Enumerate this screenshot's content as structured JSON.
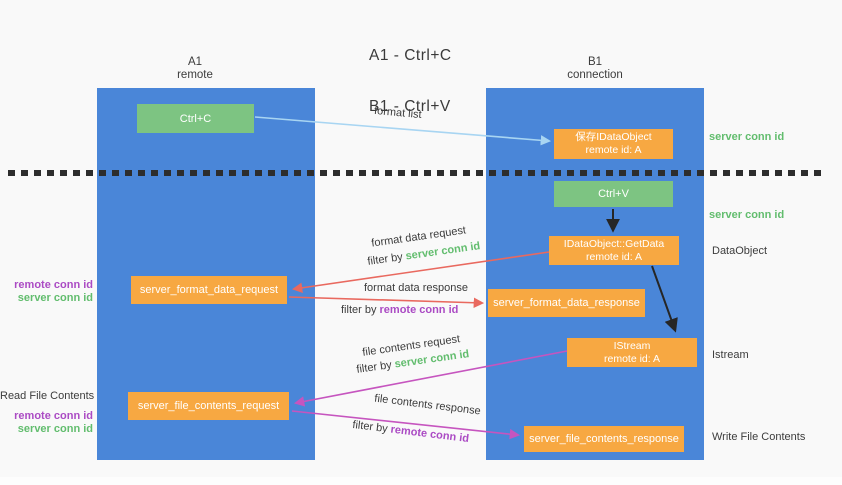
{
  "title": {
    "line1": "A1 - Ctrl+C",
    "line2": "B1 - Ctrl+V"
  },
  "lanes": {
    "left": {
      "id": "A1",
      "role": "remote"
    },
    "right": {
      "id": "B1",
      "role": "connection"
    }
  },
  "nodes": {
    "ctrl_c": {
      "label": "Ctrl+C"
    },
    "ctrl_v": {
      "label": "Ctrl+V"
    },
    "save_dataobject": {
      "line1": "保存IDataObject",
      "line2": "remote id: A"
    },
    "getdata": {
      "line1": "IDataObject::GetData",
      "line2": "remote id: A"
    },
    "istream": {
      "line1": "IStream",
      "line2": "remote id: A"
    },
    "server_format_data_request": {
      "label": "server_format_data_request"
    },
    "server_format_data_response": {
      "label": "server_format_data_response"
    },
    "server_file_contents_request": {
      "label": "server_file_contents_request"
    },
    "server_file_contents_response": {
      "label": "server_file_contents_response"
    }
  },
  "edge_labels": {
    "format_list": "format list",
    "format_data_request": "format data request",
    "format_data_request_filter_prefix": "filter by ",
    "format_data_request_filter_key": "server conn id",
    "format_data_response": "format data response",
    "format_data_response_filter_prefix": "filter by ",
    "format_data_response_filter_key": "remote conn id",
    "file_contents_request": "file contents request",
    "file_contents_request_filter_prefix": "filter by ",
    "file_contents_request_filter_key": "server conn id",
    "file_contents_response": "file contents response",
    "file_contents_response_filter_prefix": "filter by ",
    "file_contents_response_filter_key": "remote conn id"
  },
  "side_labels": {
    "right_server_conn_id_1": "server conn id",
    "right_server_conn_id_2": "server conn id",
    "data_object": "DataObject",
    "istream": "Istream",
    "write_file_contents": "Write File Contents",
    "left_remote_conn_id_1": "remote conn id",
    "left_server_conn_id_1": "server conn id",
    "read_file_contents": "Read File Contents",
    "left_remote_conn_id_2": "remote conn id",
    "left_server_conn_id_2": "server conn id"
  },
  "colors": {
    "lane_blue": "#4a86d8",
    "node_orange": "#f7a842",
    "node_green": "#7dc482",
    "arrow_light_blue": "#a8d5f2",
    "arrow_red": "#e9695f",
    "arrow_magenta": "#c655bf",
    "arrow_black": "#262626",
    "label_green": "#62bd6e",
    "label_purple": "#ab4bc4",
    "text_dark": "#3c3c3c"
  }
}
